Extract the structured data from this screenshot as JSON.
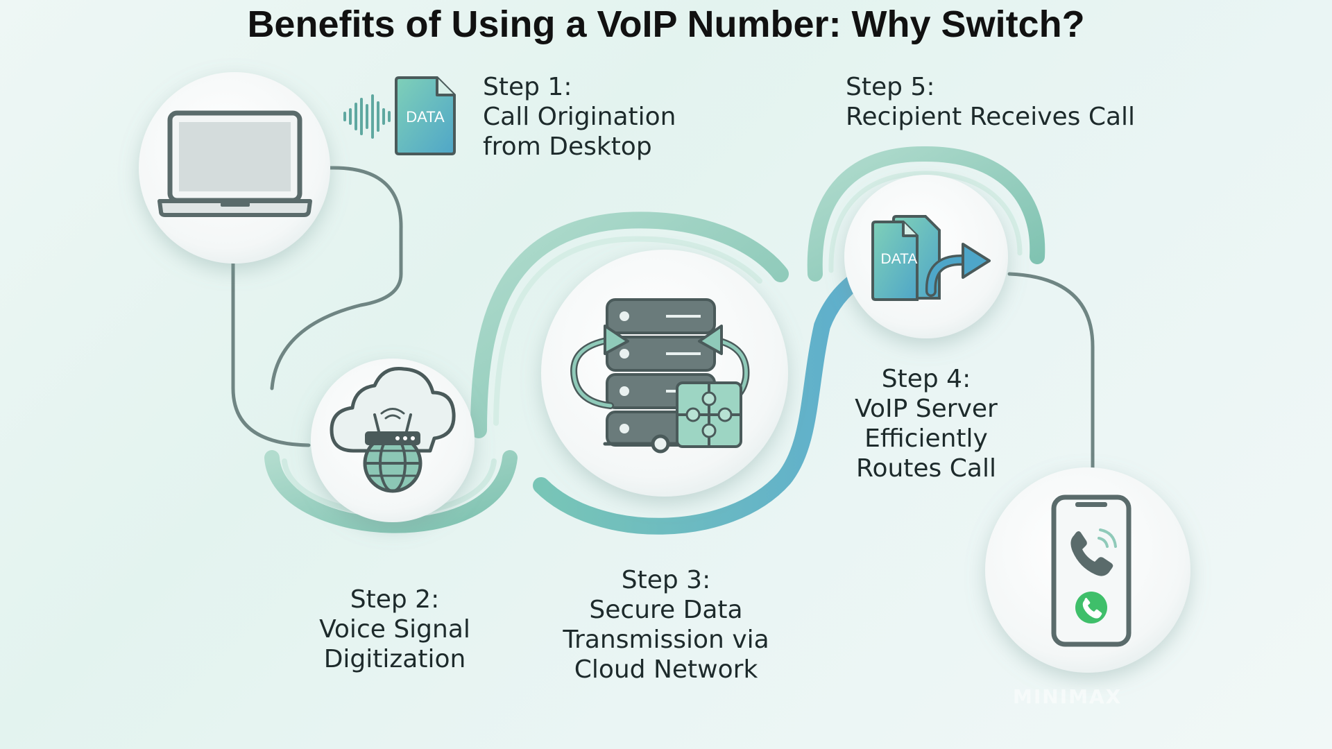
{
  "title": "Benefits of Using a VoIP Number: Why Switch?",
  "steps": [
    {
      "heading": "Step 1:",
      "lines": [
        "Call Origination",
        "from Desktop"
      ]
    },
    {
      "heading": "Step 2:",
      "lines": [
        "Voice Signal",
        "Digitization"
      ]
    },
    {
      "heading": "Step 3:",
      "lines": [
        "Secure Data",
        "Transmission via",
        "Cloud Network"
      ]
    },
    {
      "heading": "Step 4:",
      "lines": [
        "VoIP Server",
        "Efficiently",
        "Routes Call"
      ]
    },
    {
      "heading": "Step 5:",
      "lines": [
        "Recipient Receives Call"
      ]
    }
  ],
  "icons": {
    "step1": "laptop-icon",
    "step1_extra": [
      "sound-wave-icon",
      "data-file-icon"
    ],
    "step2": "cloud-router-globe-icon",
    "step3": "server-puzzle-icon",
    "step4": "data-files-routing-icon",
    "step5": "smartphone-call-icon"
  },
  "data_badge": "DATA",
  "watermark": "MINIMAX",
  "colors": {
    "teal": "#5fa8a0",
    "teal_light": "#8fcab9",
    "blue": "#4ea6c9",
    "icon_dark": "#4a5a5a",
    "green_call": "#3fbf6a"
  }
}
